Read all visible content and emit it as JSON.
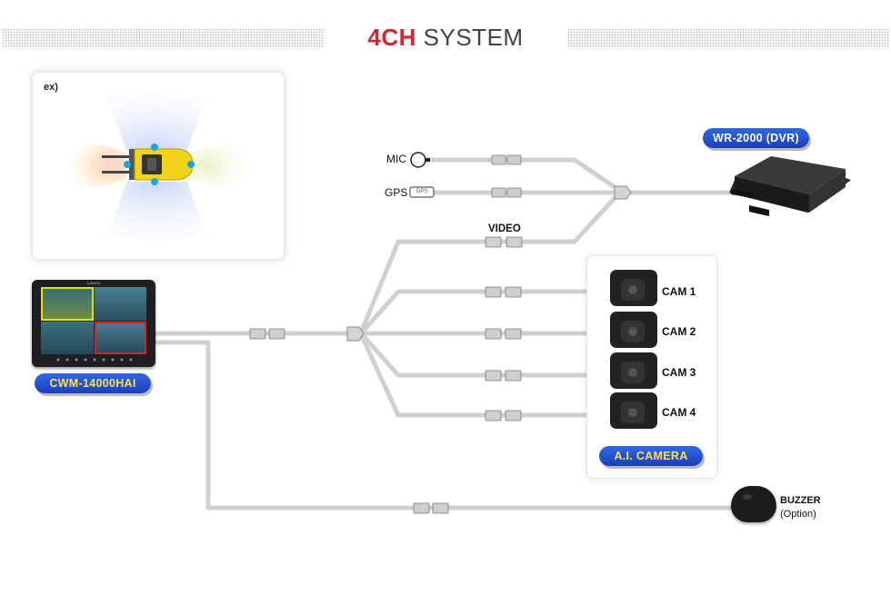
{
  "title": {
    "highlight": "4CH",
    "rest": " SYSTEM"
  },
  "example": {
    "label": "ex)"
  },
  "monitor": {
    "name": "CWM-14000HAI",
    "brand": "CAMOS"
  },
  "dvr": {
    "name": "WR-2000 (DVR)"
  },
  "inputs": {
    "mic": "MIC",
    "gps": "GPS",
    "gps_tag": "GPS",
    "video": "VIDEO"
  },
  "cameras": {
    "group_label": "A.I. CAMERA",
    "items": [
      {
        "label": "CAM 1"
      },
      {
        "label": "CAM 2"
      },
      {
        "label": "CAM 3"
      },
      {
        "label": "CAM 4"
      }
    ]
  },
  "buzzer": {
    "label": "BUZZER",
    "note": "(Option)"
  },
  "colors": {
    "accent_red": "#d9232d",
    "pill_blue": "#2449d4",
    "pill_text_yellow": "#ffffff",
    "wire_gray": "#d0d0d0"
  }
}
